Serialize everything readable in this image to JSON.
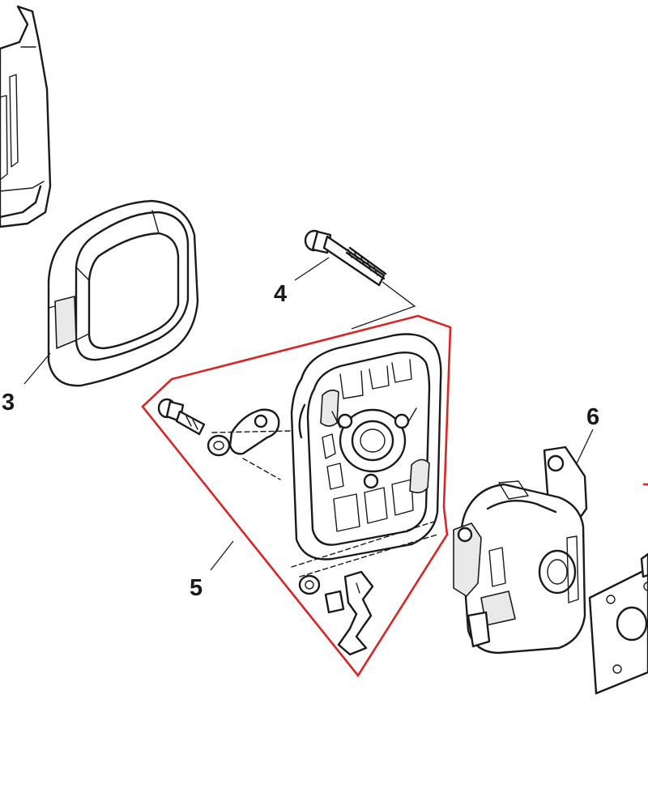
{
  "labels": {
    "part3": "3",
    "part4": "4",
    "part5": "5",
    "part6": "6"
  },
  "colors": {
    "line": "#1a1a1a",
    "highlight": "#d62626",
    "background": "#ffffff"
  }
}
